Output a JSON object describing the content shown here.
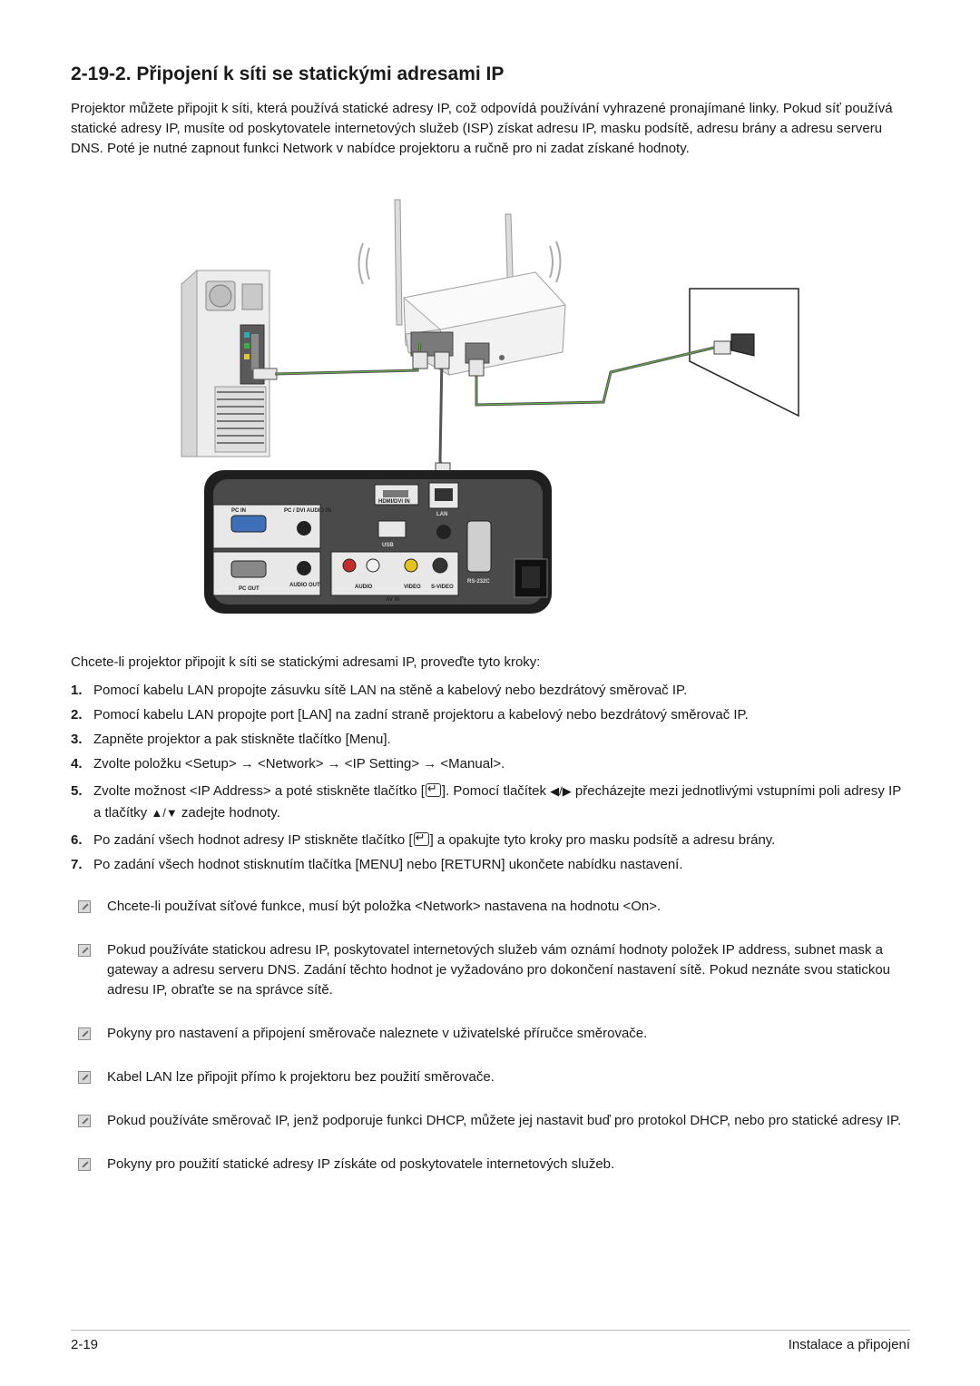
{
  "heading": "2-19-2. Připojení k síti se statickými adresami IP",
  "intro": "Projektor můžete připojit k síti, která používá statické adresy IP, což odpovídá používání vyhrazené pronajímané linky. Pokud síť používá statické adresy IP, musíte od poskytovatele internetových služeb (ISP) získat adresu IP, masku podsítě, adresu brány a adresu serveru DNS. Poté je nutné zapnout funkci Network v nabídce projektoru a ručně pro ni zadat získané hodnoty.",
  "figure": {
    "panel_labels": {
      "pc_in": "PC IN",
      "pc_dvi_audio": "PC / DVI AUDIO IN",
      "hdmi": "HDMI/DVI IN",
      "lan": "LAN",
      "usb": "USB",
      "pc_out": "PC OUT",
      "audio_out": "AUDIO OUT",
      "audio": "AUDIO",
      "video": "VIDEO",
      "s_video": "S-VIDEO",
      "av_in": "AV IN",
      "rs232c": "RS-232C"
    }
  },
  "lead": "Chcete-li projektor připojit k síti se statickými adresami IP, proveďte tyto kroky:",
  "steps": [
    {
      "num": "1.",
      "text": "Pomocí kabelu LAN propojte zásuvku sítě LAN na stěně a kabelový nebo bezdrátový směrovač IP."
    },
    {
      "num": "2.",
      "text": "Pomocí kabelu LAN propojte port [LAN] na zadní straně projektoru a kabelový nebo bezdrátový směrovač IP."
    },
    {
      "num": "3.",
      "text": "Zapněte projektor a pak stiskněte tlačítko [Menu]."
    },
    {
      "num": "4.",
      "text": "Zvolte položku <Setup> → <Network> → <IP Setting> → <Manual>."
    },
    {
      "num": "5.",
      "a": "Zvolte možnost <IP Address> a poté stiskněte tlačítko [",
      "b": "]. Pomocí tlačítek ",
      "c": " přecházejte mezi jednotlivými vstupními poli adresy IP a tlačítky ",
      "d": " zadejte hodnoty.",
      "lr": "◀/▶",
      "ud": "▲/▼"
    },
    {
      "num": "6.",
      "a": "Po zadání všech hodnot adresy IP stiskněte tlačítko [",
      "b": "] a opakujte tyto kroky pro masku podsítě a adresu brány."
    },
    {
      "num": "7.",
      "text": "Po zadání všech hodnot stisknutím tlačítka [MENU] nebo [RETURN] ukončete nabídku nastavení."
    }
  ],
  "notes": [
    "Chcete-li používat síťové funkce, musí být položka <Network> nastavena na hodnotu <On>.",
    "Pokud používáte statickou adresu IP, poskytovatel internetových služeb vám oznámí hodnoty položek IP address, subnet mask a gateway a adresu serveru DNS. Zadání těchto hodnot je vyžadováno pro dokončení nastavení sítě. Pokud neznáte svou statickou adresu IP, obraťte se na správce sítě.",
    "Pokyny pro nastavení a připojení směrovače naleznete v uživatelské příručce směrovače.",
    "Kabel LAN lze připojit přímo k projektoru bez použití směrovače.",
    "Pokud používáte směrovač IP, jenž podporuje funkci DHCP, můžete jej nastavit buď pro protokol DHCP, nebo pro statické adresy IP.",
    "Pokyny pro použití statické adresy IP získáte od poskytovatele internetových služeb."
  ],
  "footer": {
    "page": "2-19",
    "section": "Instalace a připojení"
  }
}
